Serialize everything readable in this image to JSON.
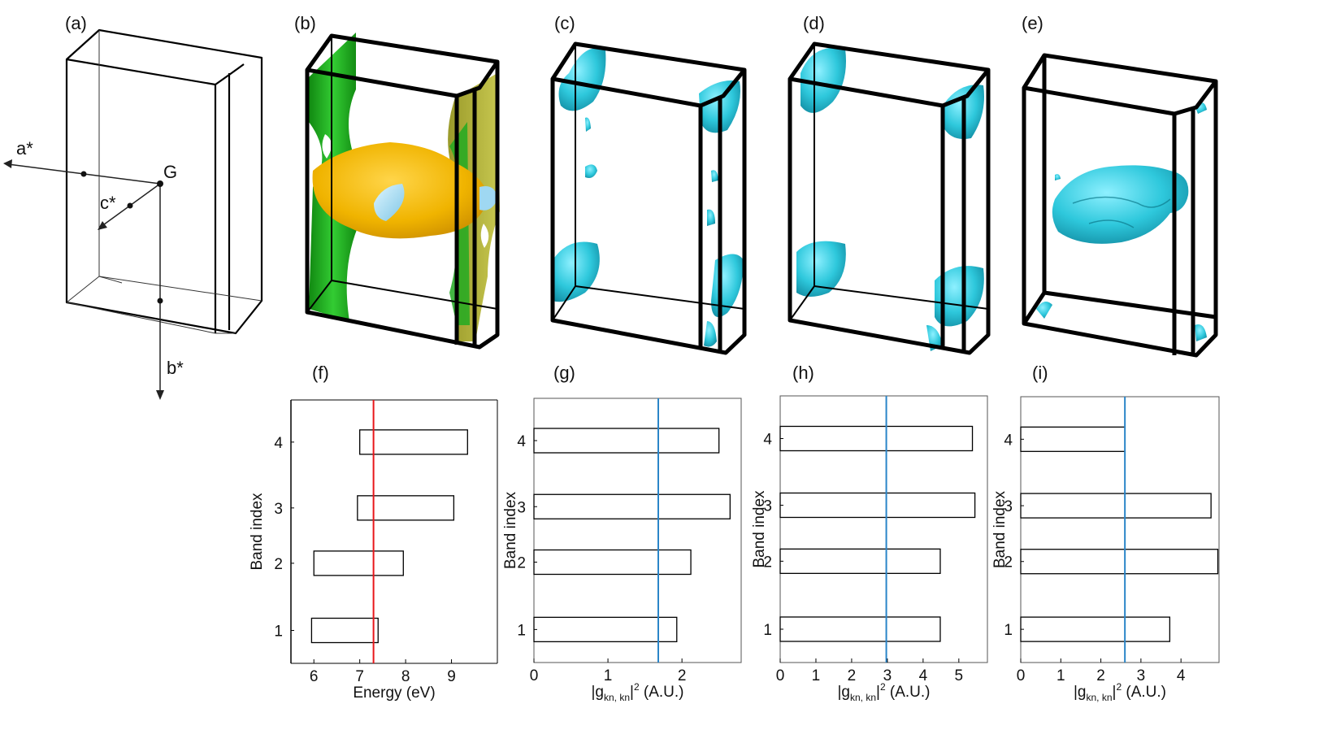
{
  "panel_labels": [
    "(a)",
    "(b)",
    "(c)",
    "(d)",
    "(e)",
    "(f)",
    "(g)",
    "(h)",
    "(i)"
  ],
  "bz_axes": {
    "a": "a*",
    "b": "b*",
    "c": "c*",
    "gamma": "G"
  },
  "colors": {
    "surface_green": "#22aa22",
    "surface_gold": "#f0b400",
    "surface_cyan": "#2ec8dc",
    "fermi_red": "#e8161a",
    "mean_blue": "#2a85c8"
  },
  "chart_data": [
    {
      "type": "bar",
      "orientation": "horizontal-range",
      "panel": "(f)",
      "xlabel": "Energy (eV)",
      "ylabel": "Band index",
      "categories": [
        "1",
        "2",
        "3",
        "4"
      ],
      "ranges": [
        [
          5.95,
          7.4
        ],
        [
          6.0,
          7.95
        ],
        [
          6.95,
          9.05
        ],
        [
          7.0,
          9.35
        ]
      ],
      "xlim": [
        5.5,
        10.0
      ],
      "xticks": [
        6,
        7,
        8,
        9
      ],
      "vline": 7.3,
      "vline_color": "#e8161a"
    },
    {
      "type": "bar",
      "orientation": "horizontal",
      "panel": "(g)",
      "xlabel": "|g",
      "xlabel_sub": "kn, kn",
      "xlabel_sup": "2",
      "xlabel_tail": " (A.U.)",
      "ylabel": "Band index",
      "categories": [
        "1",
        "2",
        "3",
        "4"
      ],
      "values": [
        1.93,
        2.12,
        2.65,
        2.5
      ],
      "xlim": [
        0,
        2.8
      ],
      "xticks": [
        0,
        1,
        2
      ],
      "vline": 1.68,
      "vline_color": "#2a85c8"
    },
    {
      "type": "bar",
      "orientation": "horizontal",
      "panel": "(h)",
      "xlabel": "|g",
      "xlabel_sub": "kn, kn",
      "xlabel_sup": "2",
      "xlabel_tail": " (A.U.)",
      "ylabel": "Band index",
      "categories": [
        "1",
        "2",
        "3",
        "4"
      ],
      "values": [
        4.48,
        4.48,
        5.45,
        5.38
      ],
      "xlim": [
        0,
        5.8
      ],
      "xticks": [
        0,
        1,
        2,
        3,
        4,
        5
      ],
      "vline": 2.97,
      "vline_color": "#2a85c8"
    },
    {
      "type": "bar",
      "orientation": "horizontal",
      "panel": "(i)",
      "xlabel": "|g",
      "xlabel_sub": "kn, kn",
      "xlabel_sup": "2",
      "xlabel_tail": " (A.U.)",
      "ylabel": "Band index",
      "categories": [
        "1",
        "2",
        "3",
        "4"
      ],
      "values": [
        3.72,
        4.92,
        4.75,
        2.6
      ],
      "xlim": [
        0,
        4.95
      ],
      "xticks": [
        0,
        1,
        2,
        3,
        4
      ],
      "vline": 2.6,
      "vline_color": "#2a85c8"
    }
  ]
}
